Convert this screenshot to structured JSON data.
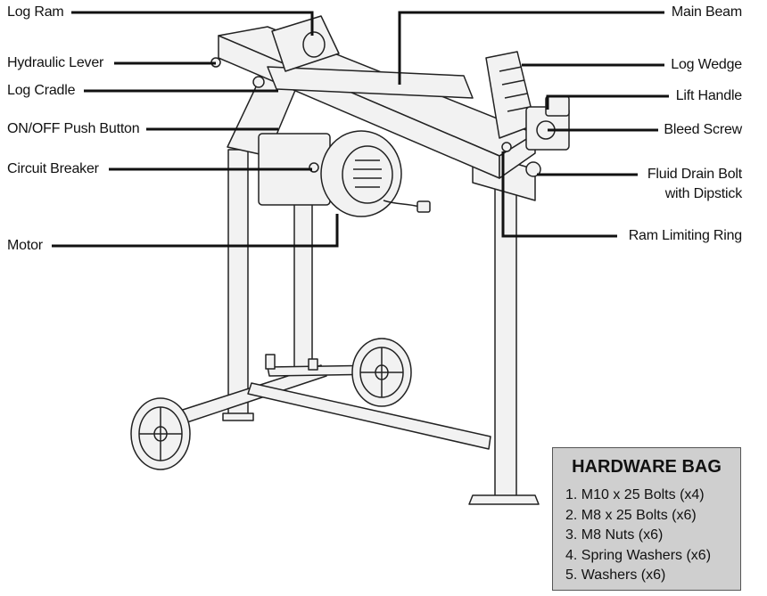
{
  "labels": {
    "log_ram": "Log Ram",
    "hydraulic_lever": "Hydraulic Lever",
    "log_cradle": "Log Cradle",
    "on_off_push_button": "ON/OFF Push Button",
    "circuit_breaker": "Circuit Breaker",
    "motor": "Motor",
    "main_beam": "Main Beam",
    "log_wedge": "Log Wedge",
    "lift_handle": "Lift Handle",
    "bleed_screw": "Bleed Screw",
    "fluid_drain_bolt_line1": "Fluid Drain Bolt",
    "fluid_drain_bolt_line2": "with Dipstick",
    "ram_limiting_ring": "Ram Limiting Ring"
  },
  "hardware_bag": {
    "title": "HARDWARE BAG",
    "items": [
      "1. M10 x 25 Bolts (x4)",
      "2. M8 x 25 Bolts (x6)",
      "3. M8 Nuts (x6)",
      "4. Spring Washers (x6)",
      "5. Washers (x6)"
    ]
  },
  "colors": {
    "line": "#111111",
    "machine_fill": "#f2f2f2",
    "machine_stroke": "#222222",
    "box_fill": "#cfcfcf"
  }
}
